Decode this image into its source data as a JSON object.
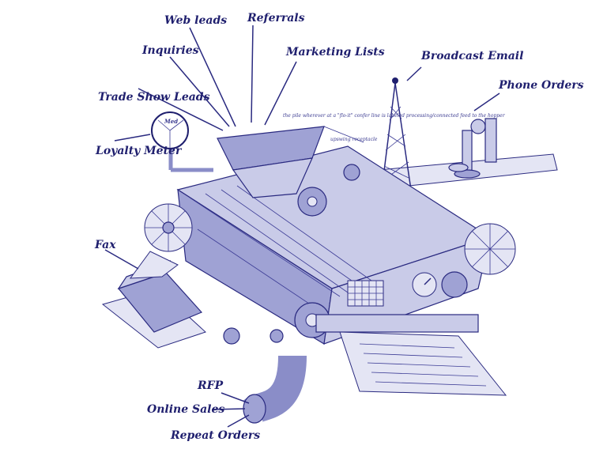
{
  "title": "Lead machine sketch",
  "labels": {
    "web_leads": "Web leads",
    "referrals": "Referrals",
    "inquiries": "Inquiries",
    "marketing_lists": "Marketing Lists",
    "broadcast_email": "Broadcast Email",
    "phone_orders": "Phone Orders",
    "trade_show_leads": "Trade Show Leads",
    "loyalty_meter": "Loyalty Meter",
    "fax": "Fax",
    "rfp": "RFP",
    "online_sales": "Online Sales",
    "repeat_orders": "Repeat Orders"
  },
  "meter": {
    "segment_med": "Med"
  },
  "notes": {
    "hopper_note": "the pile wherever at a \"flo-it\" confer line is labeled processing/connected feed to the hopper",
    "receptacle": "upswing receptacle"
  },
  "colors": {
    "ink": "#1f1f6e",
    "shade": "#9fa2d4",
    "light": "#c9cbe8"
  }
}
